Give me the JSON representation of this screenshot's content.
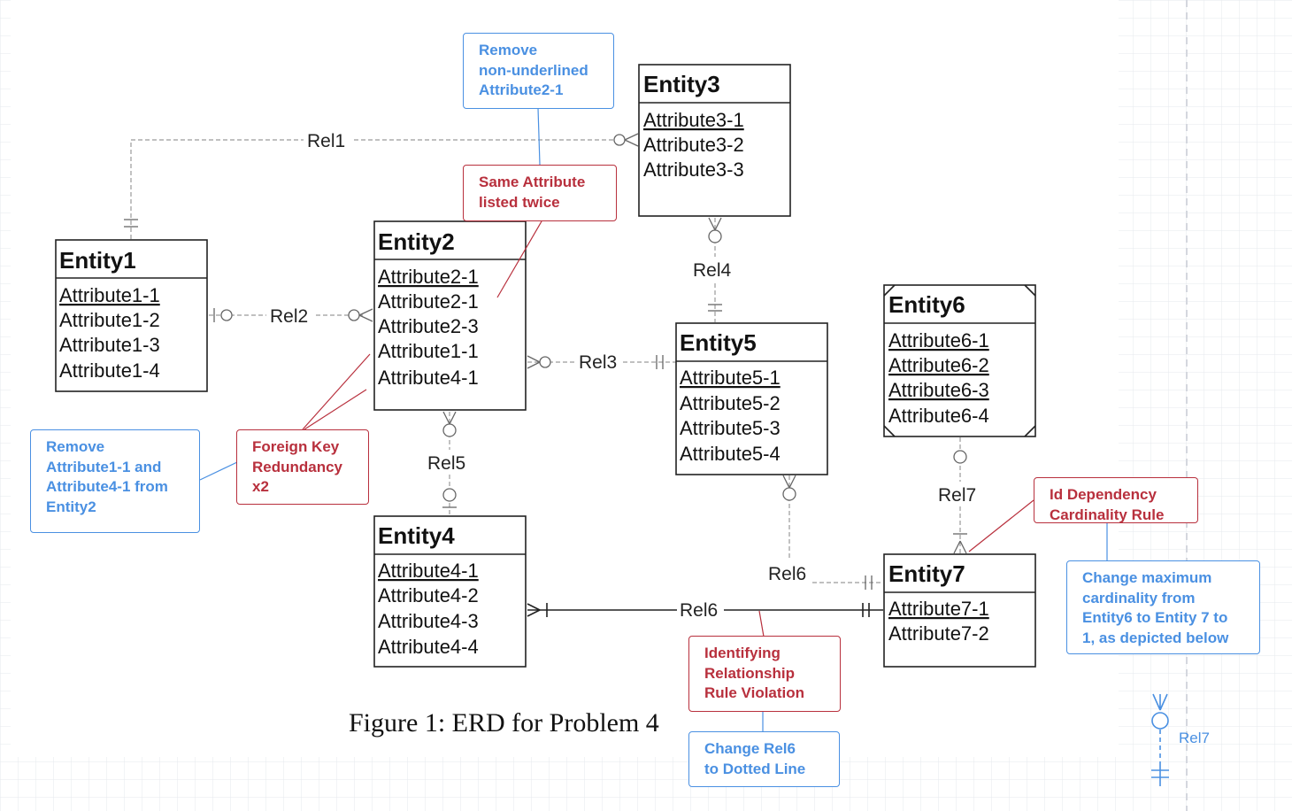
{
  "caption": "Figure 1: ERD for Problem 4",
  "colors": {
    "blue": "#4a90e2",
    "red": "#b8303d",
    "grid": "#e6e8ee"
  },
  "entities": {
    "entity1": {
      "name": "Entity1",
      "attributes": [
        "Attribute1-1",
        "Attribute1-2",
        "Attribute1-3",
        "Attribute1-4"
      ]
    },
    "entity2": {
      "name": "Entity2",
      "attributes": [
        "Attribute2-1",
        "Attribute2-1",
        "Attribute2-3",
        "Attribute1-1",
        "Attribute4-1"
      ]
    },
    "entity3": {
      "name": "Entity3",
      "attributes": [
        "Attribute3-1",
        "Attribute3-2",
        "Attribute3-3"
      ]
    },
    "entity4": {
      "name": "Entity4",
      "attributes": [
        "Attribute4-1",
        "Attribute4-2",
        "Attribute4-3",
        "Attribute4-4"
      ]
    },
    "entity5": {
      "name": "Entity5",
      "attributes": [
        "Attribute5-1",
        "Attribute5-2",
        "Attribute5-3",
        "Attribute5-4"
      ]
    },
    "entity6": {
      "name": "Entity6",
      "attributes": [
        "Attribute6-1",
        "Attribute6-2",
        "Attribute6-3",
        "Attribute6-4"
      ]
    },
    "entity7": {
      "name": "Entity7",
      "attributes": [
        "Attribute7-1",
        "Attribute7-2"
      ]
    }
  },
  "relationships": {
    "rel1": "Rel1",
    "rel2": "Rel2",
    "rel3": "Rel3",
    "rel4": "Rel4",
    "rel5": "Rel5",
    "rel6a": "Rel6",
    "rel6b": "Rel6",
    "rel7": "Rel7"
  },
  "notes": {
    "remove_nonunderlined": "Remove\nnon-underlined\nAttribute2-1",
    "same_attribute": "Same Attribute\nlisted twice",
    "remove_fk": "Remove\nAttribute1-1 and\nAttribute4-1 from\nEntity2",
    "fk_redundancy": "Foreign Key\nRedundancy\nx2",
    "id_dependency": "Id Dependency\nCardinality Rule",
    "change_max_card": "Change maximum\ncardinality from\nEntity6 to Entity 7 to\n1, as depicted below",
    "identifying_violation": "Identifying\nRelationship\nRule Violation",
    "change_rel6": "Change Rel6\nto Dotted Line"
  },
  "example_rel7_label": "Rel7"
}
